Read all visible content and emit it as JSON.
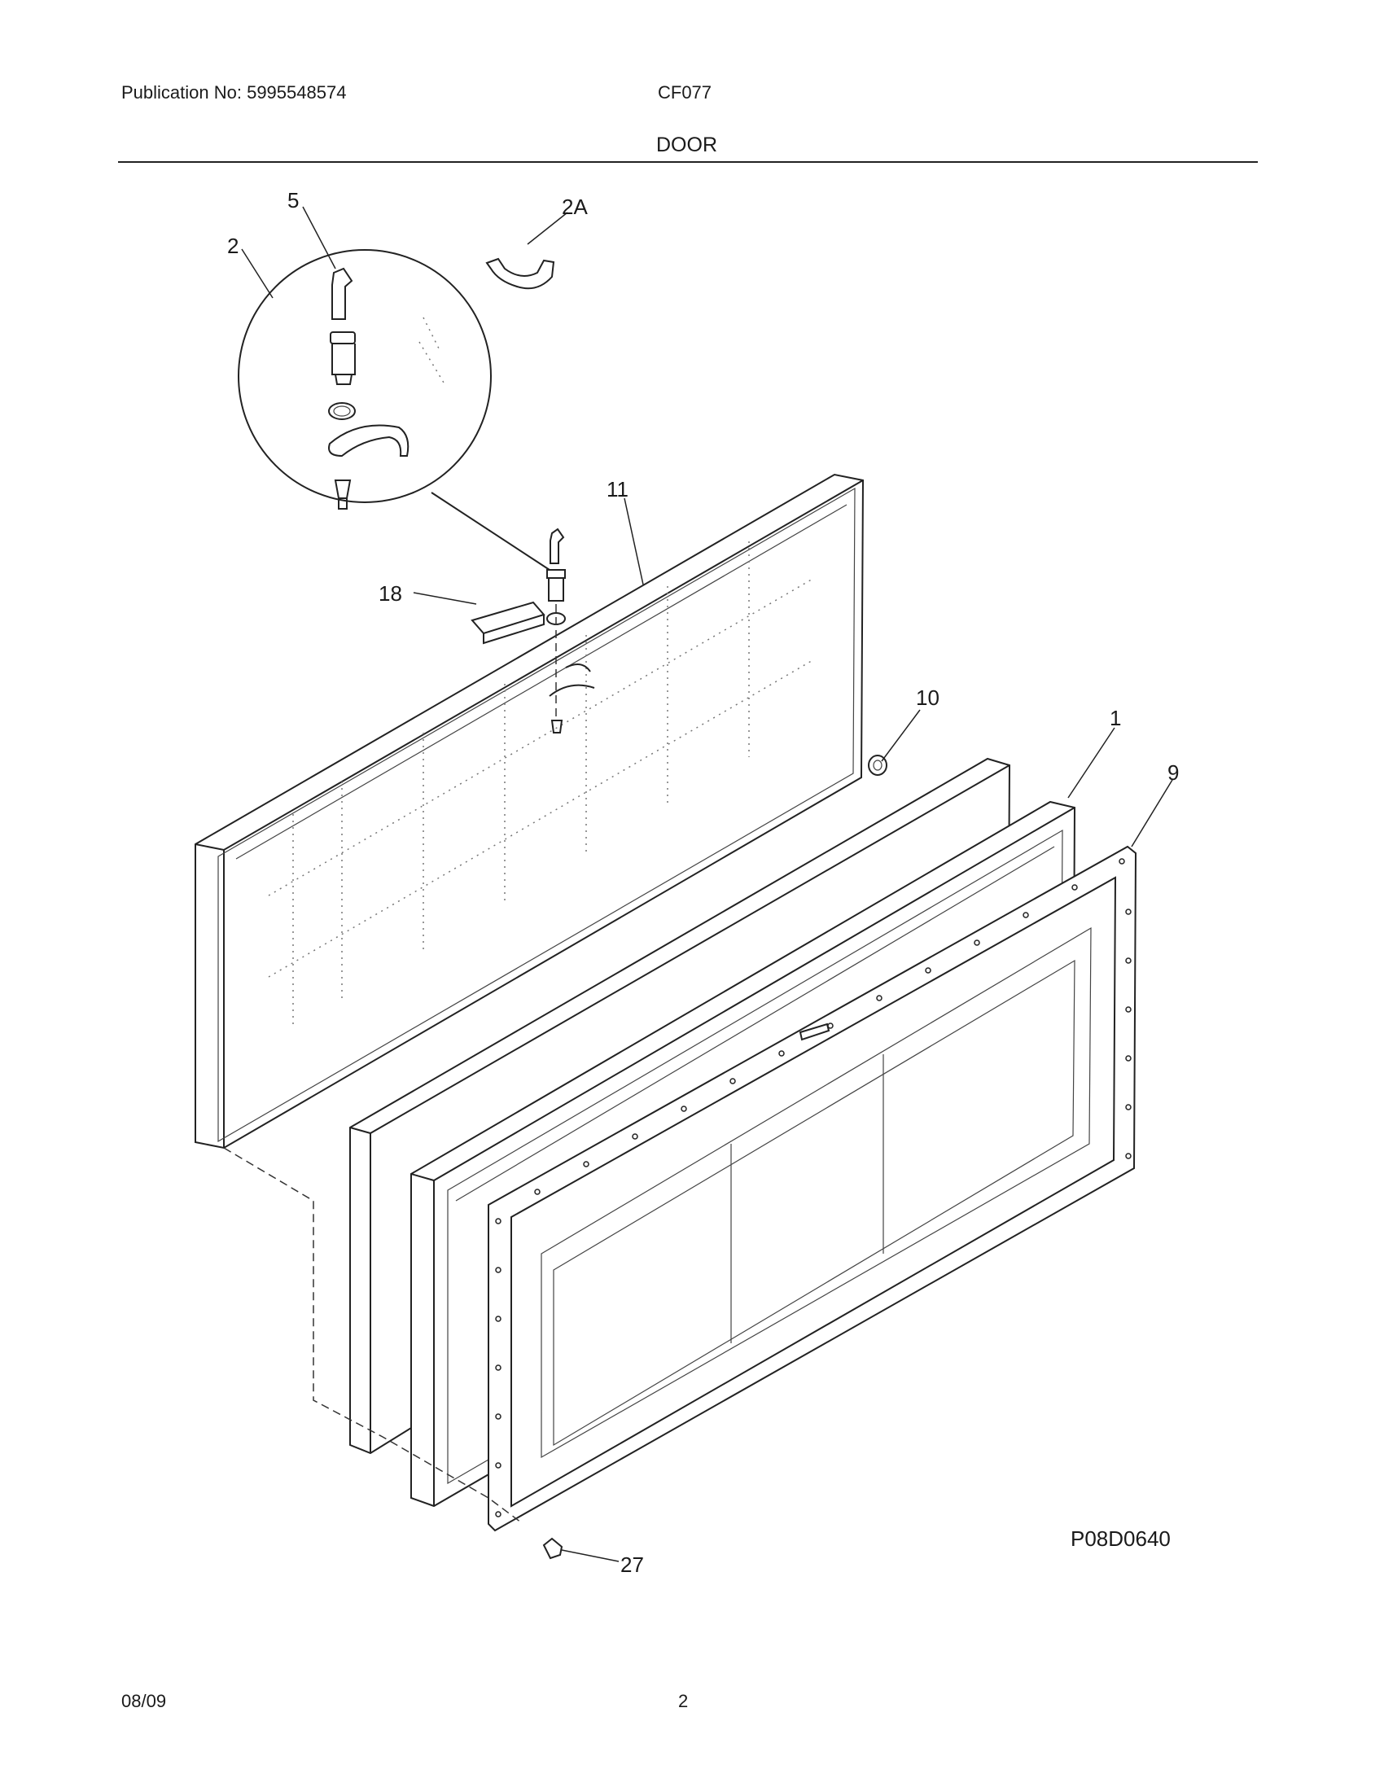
{
  "header": {
    "publication": "Publication No: 5995548574",
    "model": "CF077",
    "section_title": "DOOR"
  },
  "diagram": {
    "part_labels": [
      "5",
      "2A",
      "2",
      "11",
      "18",
      "10",
      "1",
      "9",
      "27"
    ],
    "figure_code": "P08D0640"
  },
  "footer": {
    "date": "08/09",
    "page": "2"
  }
}
